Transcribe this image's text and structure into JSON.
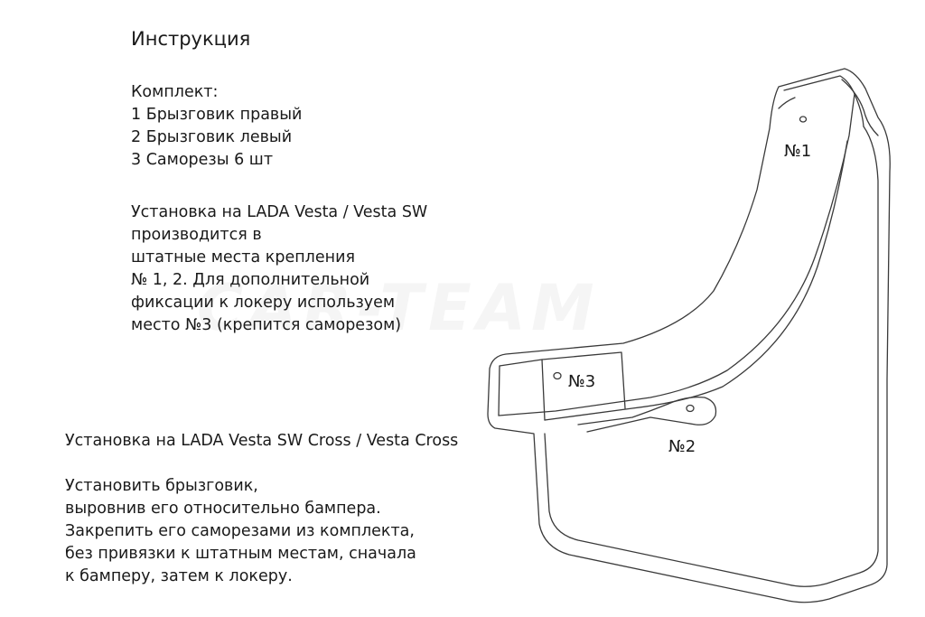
{
  "title": "Инструкция",
  "kit": {
    "heading": "Комплект:",
    "items": [
      "1  Брызговик правый",
      "2  Брызговик левый",
      "3  Саморезы    6 шт"
    ]
  },
  "vesta": {
    "lines": [
      "Установка  на LADA Vesta / Vesta SW",
      "производится в",
      "штатные места крепления",
      "№ 1, 2. Для дополнительной",
      "фиксации к локеру используем",
      "место №3 (крепится саморезом)"
    ]
  },
  "cross": {
    "heading": "Установка на LADA Vesta SW Cross / Vesta Cross",
    "lines": [
      "Установить брызговик,",
      "выровнив его относительно бампера.",
      "Закрепить его саморезами из комплекта,",
      "без привязки к штатным местам, сначала",
      "к бамперу, затем к локеру."
    ]
  },
  "drawing": {
    "label_1": "№1",
    "label_2": "№2",
    "label_3": "№3",
    "watermark": "CAR-TEAM"
  }
}
